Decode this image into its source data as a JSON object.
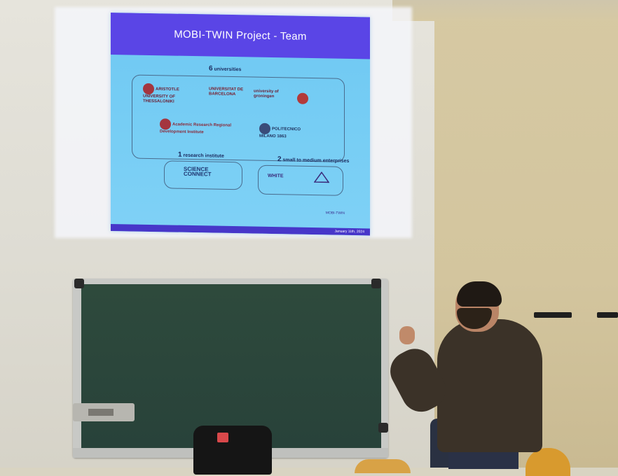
{
  "slide": {
    "title": "MOBI-TWIN Project - Team",
    "groups": {
      "universities": {
        "count": "6",
        "label": "universities"
      },
      "research_institute": {
        "count": "1",
        "label": "research institute"
      },
      "sme": {
        "count": "2",
        "label": "small to medium enterprises"
      }
    },
    "logos": {
      "aristotle": "ARISTOTLE UNIVERSITY OF THESSALONIKI",
      "barcelona": "UNIVERSITAT DE BARCELONA",
      "groningen": "university of groningen",
      "arde": "Academic Research Regional Development Institute",
      "polimi": "POLITECNICO MILANO 1863",
      "science_connect": "SCIENCE CONNECT",
      "white": "WHITE"
    },
    "footer_date": "January 11th, 2024",
    "footer_logo": "MOBI-TWIN"
  },
  "colors": {
    "slide_background": "#76cdf4",
    "title_bar": "#5a45e6",
    "blackboard": "#2e4a3c",
    "wall_right": "#d6c9a3"
  }
}
